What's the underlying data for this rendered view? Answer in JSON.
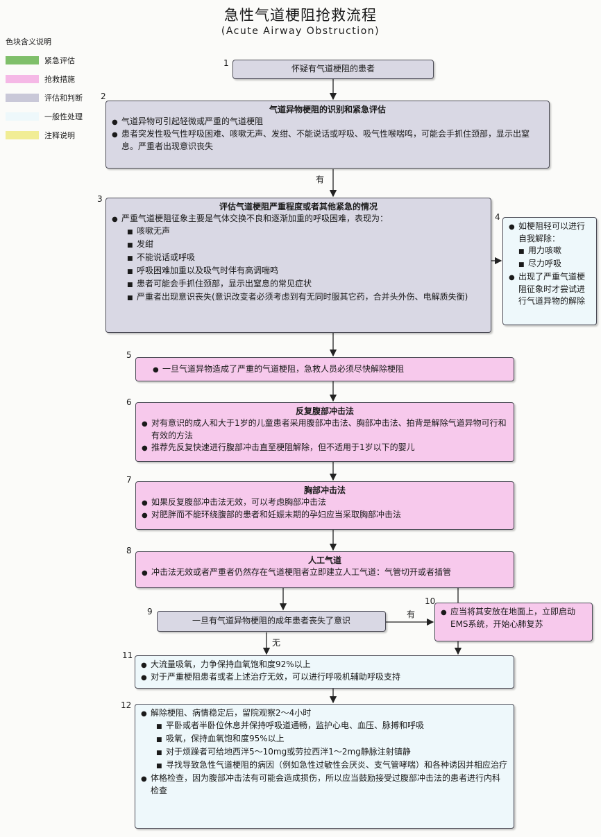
{
  "title": "急性气道梗阻抢救流程",
  "subtitle": "(Acute Airway Obstruction)",
  "legend": {
    "title": "色块含义说明",
    "items": [
      {
        "label": "紧急评估",
        "color": "#7fbf6a"
      },
      {
        "label": "抢救措施",
        "color": "#f5b8e6"
      },
      {
        "label": "评估和判断",
        "color": "#c9c8d8"
      },
      {
        "label": "一般性处理",
        "color": "#eef8fb"
      },
      {
        "label": "注释说明",
        "color": "#f1ed95"
      }
    ]
  },
  "steps": {
    "n1": {
      "num": "1",
      "text": "怀疑有气道梗阻的患者"
    },
    "n2": {
      "num": "2",
      "title": "气道异物梗阻的识别和紧急评估",
      "bullets": [
        "气道异物可引起轻微或严重的气道梗阻",
        "患者突发性吸气性呼吸困难、咳嗽无声、发绀、不能说话或呼吸、吸气性喉喘鸣，可能会手抓住颈部，显示出窒息。严重者出现意识丧失"
      ]
    },
    "n3": {
      "num": "3",
      "title": "评估气道梗阻严重程度或者其他紧急的情况",
      "bullet": "严重气道梗阻征象主要是气体交换不良和逐渐加重的呼吸困难，表现为：",
      "subs": [
        "咳嗽无声",
        "发绀",
        "不能说话或呼吸",
        "呼吸困难加重以及吸气时伴有高调喘鸣",
        "患者可能会手抓住颈部，显示出窒息的常见症状",
        "严重者出现意识丧失(意识改变者必须考虑到有无同时服其它药，合并头外伤、电解质失衡)"
      ]
    },
    "n4": {
      "num": "4",
      "bullet1": "如梗阻轻可以进行自我解除：",
      "subs": [
        "用力咳嗽",
        "尽力呼吸"
      ],
      "bullet2": "出现了严重气道梗阻征象时才尝试进行气道异物的解除"
    },
    "n5": {
      "num": "5",
      "text": "一旦气道异物造成了严重的气道梗阻，急救人员必须尽快解除梗阻"
    },
    "n6": {
      "num": "6",
      "title": "反复腹部冲击法",
      "bullets": [
        "对有意识的成人和大于1岁的儿童患者采用腹部冲击法、胸部冲击法、拍背是解除气道异物可行和有效的方法",
        "推荐先反复快速进行腹部冲击直至梗阻解除，但不适用于1岁以下的婴儿"
      ]
    },
    "n7": {
      "num": "7",
      "title": "胸部冲击法",
      "bullets": [
        "如果反复腹部冲击法无效，可以考虑胸部冲击法",
        "对肥胖而不能环绕腹部的患者和妊娠末期的孕妇应当采取胸部冲击法"
      ]
    },
    "n8": {
      "num": "8",
      "title": "人工气道",
      "bullets": [
        "冲击法无效或者严重者仍然存在气道梗阻者立即建立人工气道：气管切开或者插管"
      ]
    },
    "n9": {
      "num": "9",
      "text": "一旦有气道异物梗阻的成年患者丧失了意识"
    },
    "n10": {
      "num": "10",
      "text": "应当将其安放在地面上，立即启动EMS系统，开始心肺复苏"
    },
    "n11": {
      "num": "11",
      "bullets": [
        "大流量吸氧，力争保持血氧饱和度92%以上",
        "对于严重梗阻患者或者上述治疗无效，可以进行呼吸机辅助呼吸支持"
      ]
    },
    "n12": {
      "num": "12",
      "bullet1": "解除梗阻、病情稳定后，留院观察2～4小时",
      "subs": [
        "平卧或者半卧位休息并保持呼吸道通畅，监护心电、血压、脉搏和呼吸",
        "吸氧，保持血氧饱和度95%以上",
        "对于烦躁者可给地西泮5～10mg或劳拉西泮1～2mg静脉注射镇静",
        "寻找导致急性气道梗阻的病因（例如急性过敏性会厌炎、支气管哮喘）和各种诱因并相应治疗"
      ],
      "bullet2": "体格检查，因为腹部冲击法有可能会造成损伤，所以应当鼓励接受过腹部冲击法的患者进行内科检查"
    }
  },
  "labels": {
    "yes_2_3": "有",
    "yes_9_10": "有",
    "no_9_11": "无"
  }
}
